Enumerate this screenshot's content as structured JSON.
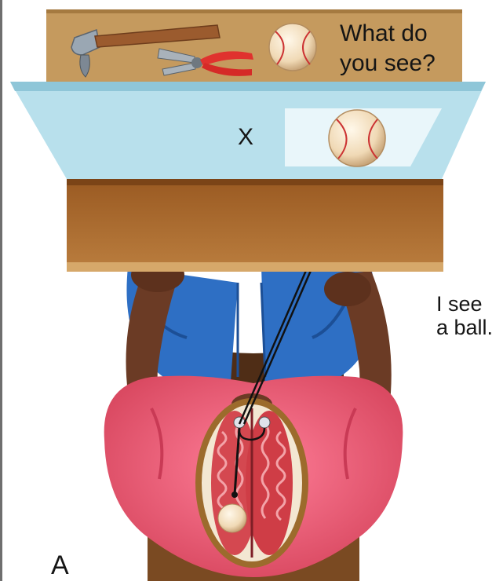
{
  "question": {
    "line1": "What do",
    "line2": "you see?"
  },
  "screen": {
    "fixation_mark": "X"
  },
  "response": {
    "line1": "I see",
    "line2": "a ball."
  },
  "panel_label": "A",
  "colors": {
    "tray": "#c59a5e",
    "screen": "#b8e0ec",
    "screen_window": "#e9f6fa",
    "table": "#a8662a",
    "shirt": "#ee5a7a",
    "jeans": "#2e6fc4",
    "skin": "#6b3b25",
    "brain": "#c8353d",
    "ball": "#f1dcbc"
  },
  "icons": [
    "hammer-icon",
    "pliers-icon",
    "baseball-icon",
    "brain-icon"
  ]
}
